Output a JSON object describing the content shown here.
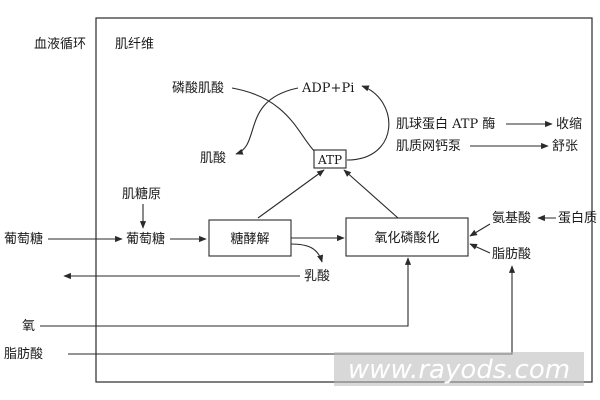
{
  "labels": {
    "circulation": "血液循环",
    "muscle_fiber": "肌纤维",
    "creatine_phosphate": "磷酸肌酸",
    "creatine": "肌酸",
    "adp_pi": "ADP+Pi",
    "atp": "ATP",
    "myosin_atpase": "肌球蛋白 ATP 酶",
    "contraction": "收缩",
    "calcium_pump": "肌质网钙泵",
    "relaxation": "舒张",
    "glycogen": "肌糖原",
    "glucose_blood": "葡萄糖",
    "glucose_muscle": "葡萄糖",
    "glycolysis": "糖酵解",
    "oxidative_phosphorylation": "氧化磷酸化",
    "amino_acid": "氨基酸",
    "protein": "蛋白质",
    "fatty_acid_muscle": "脂肪酸",
    "lactic_acid": "乳酸",
    "oxygen": "氧",
    "fatty_acid_blood": "脂肪酸"
  },
  "watermark": "www.rayods.com"
}
